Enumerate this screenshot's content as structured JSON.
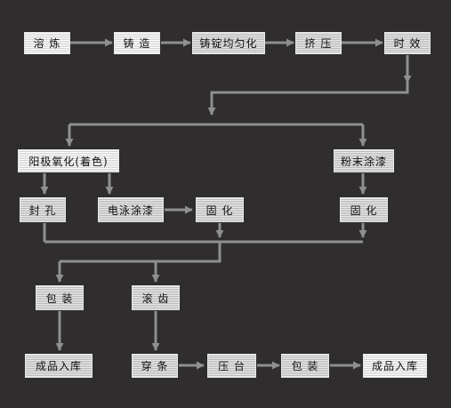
{
  "colors": {
    "background": "#2f2d2e",
    "connector": "#8f8f8f"
  },
  "nodes": {
    "smelting": "溶 炼",
    "casting": "铸 造",
    "homogenization": "铸锭均匀化",
    "extrusion": "挤 压",
    "aging": "时 效",
    "anodizing": "阳极氧化(着色)",
    "powder_coating": "粉末涂漆",
    "sealing": "封 孔",
    "electrophoresis": "电泳涂漆",
    "curing_1": "固 化",
    "curing_2": "固 化",
    "packing_1": "包 装",
    "knurling": "滚 齿",
    "warehouse_1": "成品入库",
    "threading": "穿 条",
    "pressing": "压 台",
    "packing_2": "包 装",
    "warehouse_2": "成品入库"
  }
}
